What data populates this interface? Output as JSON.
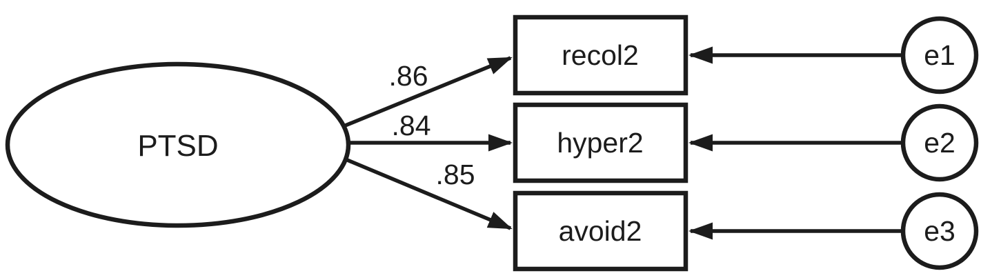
{
  "diagram": {
    "type": "sem-path-diagram",
    "latent": {
      "label": "PTSD"
    },
    "observed": [
      {
        "label": "recol2"
      },
      {
        "label": "hyper2"
      },
      {
        "label": "avoid2"
      }
    ],
    "loadings": [
      {
        "from": "PTSD",
        "to": "recol2",
        "value": ".86"
      },
      {
        "from": "PTSD",
        "to": "hyper2",
        "value": ".84"
      },
      {
        "from": "PTSD",
        "to": "avoid2",
        "value": ".85"
      }
    ],
    "errors": [
      {
        "label": "e1",
        "to": "recol2"
      },
      {
        "label": "e2",
        "to": "hyper2"
      },
      {
        "label": "e3",
        "to": "avoid2"
      }
    ],
    "colors": {
      "line": "#1c1c1c",
      "background": "#ffffff"
    }
  }
}
